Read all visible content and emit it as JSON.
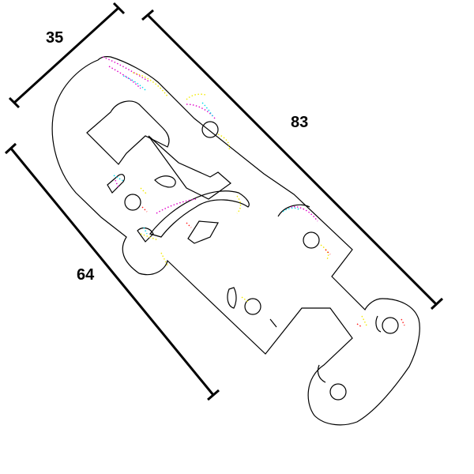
{
  "dimensions": {
    "top_left": "35",
    "top_right": "83",
    "left": "64"
  },
  "colors": {
    "background": "#ffffff",
    "outline": "#000000",
    "magenta": "#e000c8",
    "yellow": "#f2ea00",
    "cyan": "#00d8ec",
    "red": "#ff1a1a"
  }
}
